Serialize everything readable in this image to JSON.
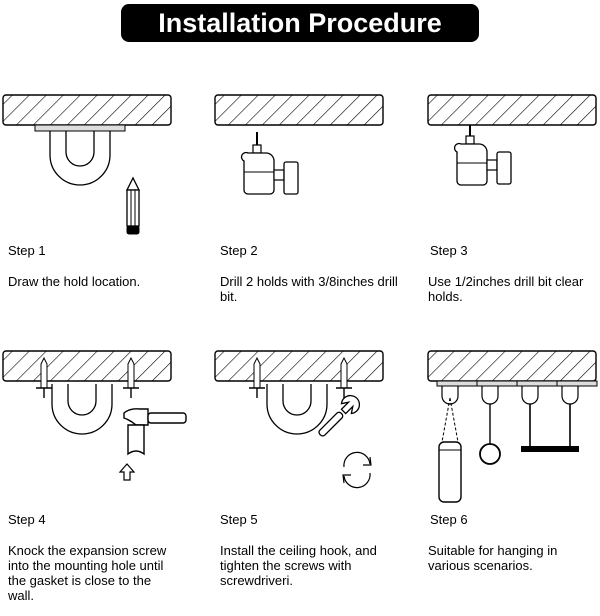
{
  "title": "Installation Procedure",
  "steps": [
    {
      "label": "Step 1",
      "description": "Draw the hold location."
    },
    {
      "label": "Step 2",
      "description": "Drill 2 holds with 3/8inches drill bit."
    },
    {
      "label": "Step 3",
      "description": "Use 1/2inches drill bit clear holds."
    },
    {
      "label": "Step 4",
      "description": "Knock the expansion screw into the mounting hole until the gasket is close to the wall."
    },
    {
      "label": "Step 5",
      "description": "Install the ceiling hook, and tighten the screws with screwdriveri."
    },
    {
      "label": "Step 6",
      "description": "Suitable for hanging in various scenarios."
    }
  ],
  "icons": [
    "ceiling-icon",
    "ceiling-hook-icon",
    "pencil-icon",
    "drill-icon",
    "hammer-icon",
    "arrow-up-icon",
    "wrench-icon",
    "rotate-icon",
    "punching-bag-icon",
    "gymnastic-ring-icon",
    "swing-icon"
  ]
}
